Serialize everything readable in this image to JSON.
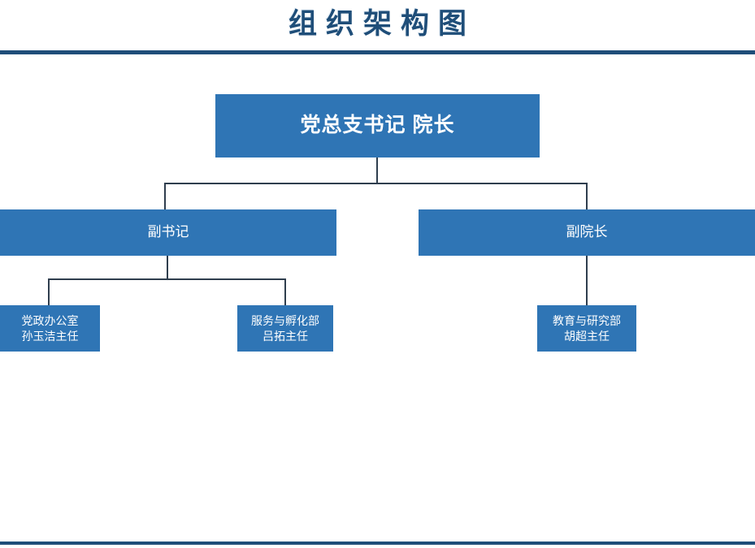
{
  "page": {
    "title": "组织架构图",
    "accent_color": "#1F4E79",
    "node_color": "#2F75B5",
    "connector_color": "#2F3E4E",
    "node_text_color": "#FFFFFF"
  },
  "chart_data": {
    "type": "diagram",
    "diagram_type": "org-chart",
    "title": "组织架构图",
    "orientation": "top-down",
    "nodes": [
      {
        "id": "root",
        "label": "党总支书记    院长",
        "level": 0,
        "parent": null
      },
      {
        "id": "l1a",
        "label": "副书记",
        "level": 1,
        "parent": "root"
      },
      {
        "id": "l1b",
        "label": "副院长",
        "level": 1,
        "parent": "root"
      },
      {
        "id": "l2a",
        "label": "党政办公室\n孙玉洁主任",
        "level": 2,
        "parent": "l1a"
      },
      {
        "id": "l2b",
        "label": "服务与孵化部\n吕拓主任",
        "level": 2,
        "parent": "l1a"
      },
      {
        "id": "l2c",
        "label": "教育与研究部\n胡超主任",
        "level": 2,
        "parent": "l1b"
      }
    ],
    "edges": [
      {
        "from": "root",
        "to": "l1a"
      },
      {
        "from": "root",
        "to": "l1b"
      },
      {
        "from": "l1a",
        "to": "l2a"
      },
      {
        "from": "l1a",
        "to": "l2b"
      },
      {
        "from": "l1b",
        "to": "l2c"
      }
    ]
  },
  "nodes": {
    "root": {
      "label": "党总支书记    院长"
    },
    "deputy_secretary": {
      "label": "副书记"
    },
    "deputy_dean": {
      "label": "副院长"
    },
    "party_office": {
      "line1": "党政办公室",
      "line2": "孙玉洁主任"
    },
    "service_incubation": {
      "line1": "服务与孵化部",
      "line2": "吕拓主任"
    },
    "education_research": {
      "line1": "教育与研究部",
      "line2": "胡超主任"
    }
  }
}
